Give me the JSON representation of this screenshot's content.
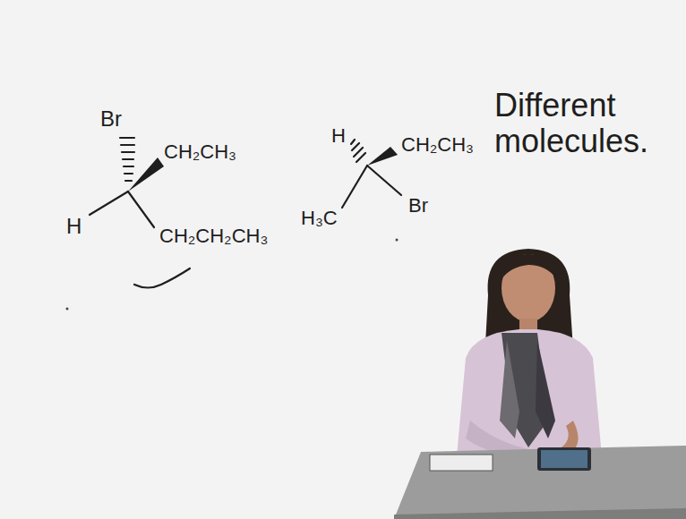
{
  "diagram": {
    "labels": [
      "Br",
      "CH₂CH₃",
      "H",
      "CH₂CH₂CH₃",
      "H",
      "CH₂CH₃",
      "Br",
      "H₃C",
      "Different molecules."
    ]
  }
}
